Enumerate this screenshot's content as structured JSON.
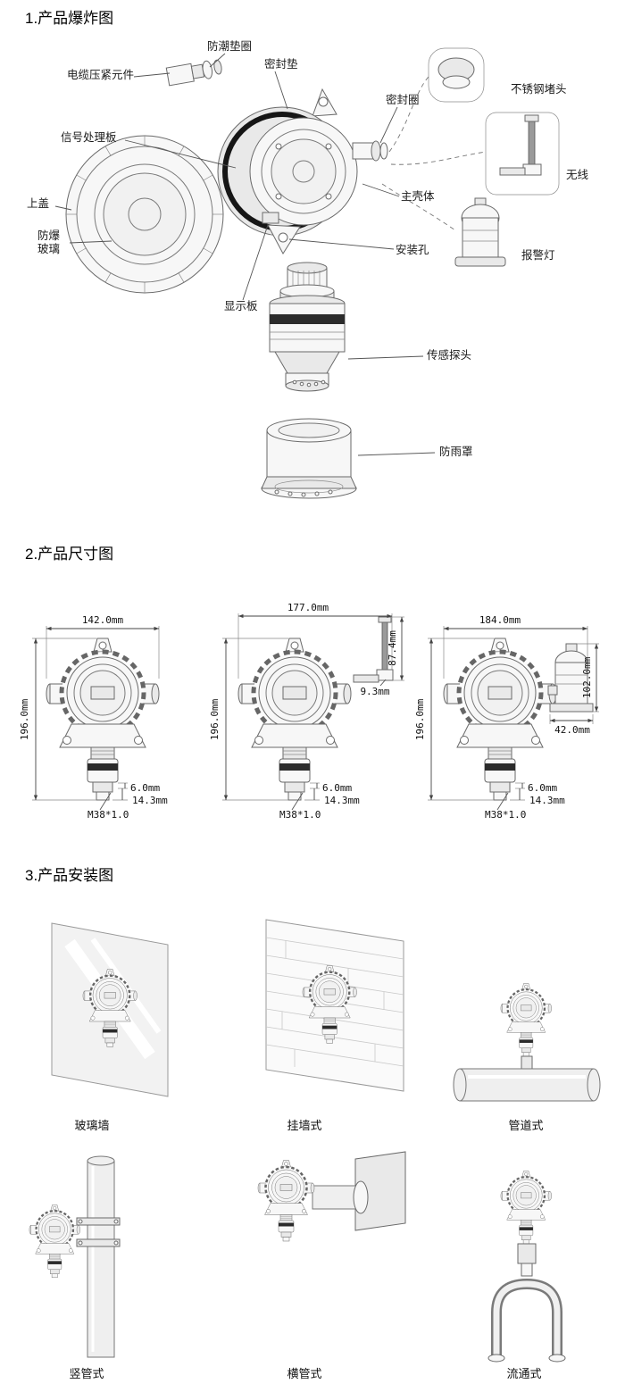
{
  "exploded": {
    "title": "1.产品爆炸图",
    "labels": {
      "moisture_gasket": "防潮垫圈",
      "seal_pad": "密封垫",
      "cable_gland": "电缆压紧元件",
      "seal_ring": "密封圈",
      "steel_plug": "不锈钢堵头",
      "signal_board": "信号处理板",
      "wireless": "无线",
      "top_cover": "上盖",
      "main_housing": "主壳体",
      "explosion_glass_line1": "防爆",
      "explosion_glass_line2": "玻璃",
      "mounting_hole": "安装孔",
      "alarm_light": "报警灯",
      "display_board": "显示板",
      "sensor_probe": "传感探头",
      "rain_cover": "防雨罩"
    }
  },
  "dimensions": {
    "title": "2.产品尺寸图",
    "standard": {
      "width": "142.0mm",
      "height": "196.0mm",
      "dim_a": "6.0mm",
      "dim_b": "14.3mm",
      "thread": "M38*1.0"
    },
    "wireless": {
      "width": "177.0mm",
      "height": "196.0mm",
      "antenna_height": "87.4mm",
      "antenna_offset": "9.3mm",
      "dim_a": "6.0mm",
      "dim_b": "14.3mm",
      "thread": "M38*1.0"
    },
    "alarm": {
      "width": "184.0mm",
      "height": "196.0mm",
      "light_height": "102.0mm",
      "light_width": "42.0mm",
      "dim_a": "6.0mm",
      "dim_b": "14.3mm",
      "thread": "M38*1.0"
    }
  },
  "installation": {
    "title": "3.产品安装图",
    "types": [
      "玻璃墙",
      "挂墙式",
      "管道式",
      "竖管式",
      "横管式",
      "流通式"
    ]
  }
}
